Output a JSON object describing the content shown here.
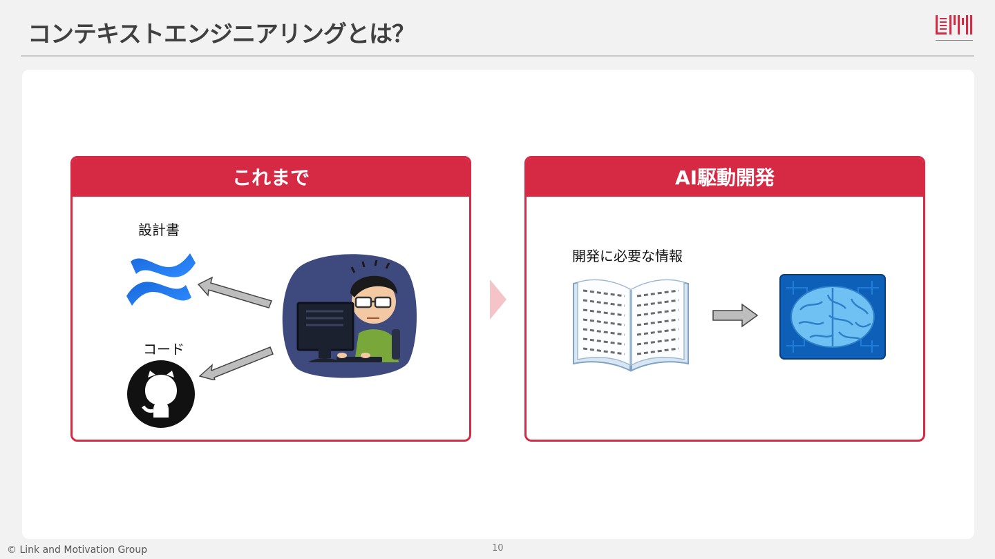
{
  "slide": {
    "title": "コンテキストエンジニアリングとは？",
    "page_number": "10",
    "copyright": "© Link and Motivation Group",
    "logo_caption": "Link and Motivation Group"
  },
  "left_card": {
    "header": "これまで",
    "doc_label": "設計書",
    "code_label": "コード"
  },
  "right_card": {
    "header": "AI駆動開発",
    "info_label": "開発に必要な情報"
  },
  "colors": {
    "accent": "#d62a44",
    "confluence_blue": "#2684ff",
    "brain_bg": "#0d5fb8"
  },
  "icons": [
    "confluence-icon",
    "github-icon",
    "developer-illustration",
    "book-illustration",
    "ai-brain-illustration"
  ]
}
